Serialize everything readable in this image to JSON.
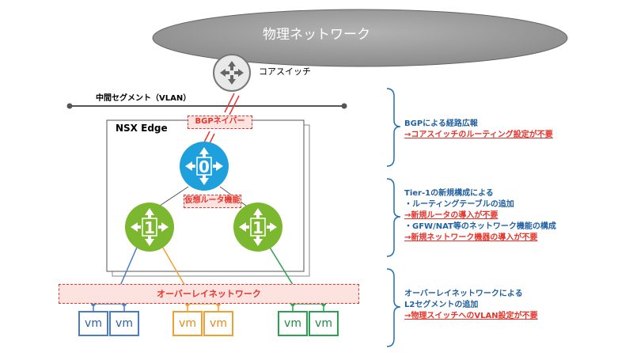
{
  "physical_network": "物理ネットワーク",
  "core_switch": {
    "label": "コアスイッチ"
  },
  "vlan_segment": {
    "label": "中間セグメント（VLAN）"
  },
  "nsx_edge": {
    "label": "NSX Edge"
  },
  "bgp_neighbor": {
    "label": "BGPネイバー"
  },
  "tier0": {
    "label": "0",
    "color": "#1ea0dc"
  },
  "virtual_router": {
    "label": "仮想ルータ機能"
  },
  "tier1": [
    {
      "label": "1",
      "color": "#7cb82f"
    },
    {
      "label": "1",
      "color": "#7cb82f"
    }
  ],
  "overlay": {
    "label": "オーバーレイネットワーク"
  },
  "vms": [
    {
      "label": "vm",
      "group": "blue"
    },
    {
      "label": "vm",
      "group": "blue"
    },
    {
      "label": "vm",
      "group": "orange"
    },
    {
      "label": "vm",
      "group": "orange"
    },
    {
      "label": "vm",
      "group": "green"
    },
    {
      "label": "vm",
      "group": "green"
    }
  ],
  "notes": [
    {
      "lines": [
        {
          "text": "BGPによる経路広報",
          "warn": false
        },
        {
          "text": "→コアスイッチのルーティング設定が不要",
          "warn": true
        }
      ]
    },
    {
      "lines": [
        {
          "text": "Tier-1の新規構成による",
          "warn": false
        },
        {
          "text": "・ルーティングテーブルの追加",
          "warn": false
        },
        {
          "text": "→新規ルータの導入が不要",
          "warn": true
        },
        {
          "text": "・GFW/NAT等のネットワーク機能の構成",
          "warn": false
        },
        {
          "text": "→新規ネットワーク機器の導入が不要",
          "warn": true
        }
      ]
    },
    {
      "lines": [
        {
          "text": "オーバーレイネットワークによる",
          "warn": false
        },
        {
          "text": "L2セグメントの追加",
          "warn": false
        },
        {
          "text": "→物理スイッチへのVLAN設定が不要",
          "warn": true
        }
      ]
    }
  ],
  "colors": {
    "accent_red": "#e8332a",
    "note_blue": "#1f5f9f",
    "blue_vm": "#4a7cc4",
    "orange_vm": "#f0a030",
    "green_vm": "#2aa050"
  }
}
